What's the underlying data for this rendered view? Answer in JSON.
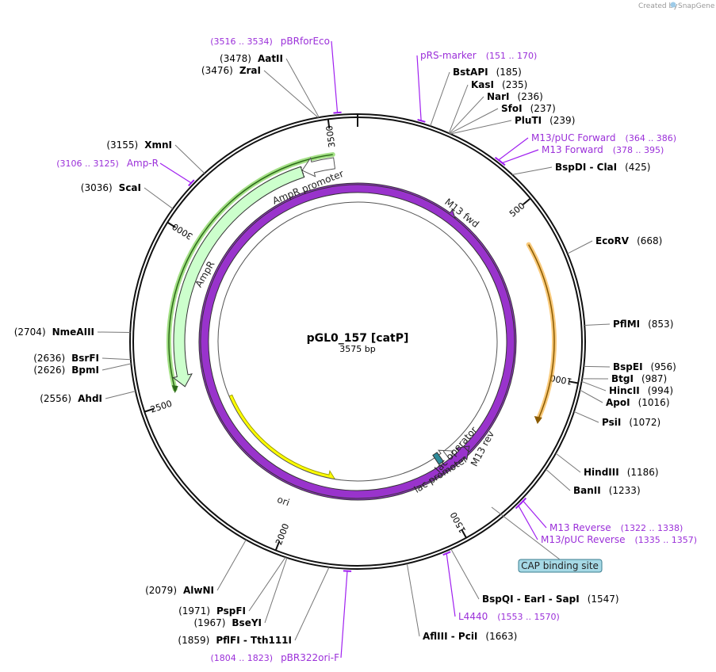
{
  "credit": {
    "prefix": "Created by",
    "brand": "SnapGene"
  },
  "plasmid": {
    "name": "pGL0_157 [catP]",
    "length_label": "3575 bp",
    "length": 3575
  },
  "ticks": [
    {
      "label": "500",
      "pos": 500
    },
    {
      "label": "1000",
      "pos": 1000
    },
    {
      "label": "1500",
      "pos": 1500
    },
    {
      "label": "2000",
      "pos": 2000
    },
    {
      "label": "2500",
      "pos": 2500
    },
    {
      "label": "3000",
      "pos": 3000
    },
    {
      "label": "3500",
      "pos": 3500
    }
  ],
  "features": [
    {
      "name": "AmpR promoter",
      "label": "AmpR promoter",
      "start": 3397,
      "end": 3501,
      "direction": "reverse",
      "color": "#ffffff"
    },
    {
      "name": "AmpR",
      "label": "AmpR",
      "start": 2536,
      "end": 3396,
      "direction": "reverse",
      "color": "#ccffcc"
    },
    {
      "name": "ori",
      "label": "ori",
      "start": 1864,
      "end": 2452,
      "direction": "reverse",
      "color": "#ffff00"
    },
    {
      "name": "M13 fwd",
      "label": "M13 fwd",
      "start": 378,
      "end": 395,
      "direction": "forward",
      "color": "#9933cc"
    },
    {
      "name": "lac operator",
      "label": "lac operator",
      "start": 1360,
      "end": 1376,
      "direction": "none",
      "color": "#2e8b9a"
    },
    {
      "name": "lac promoter",
      "label": "lac promoter",
      "start": 1380,
      "end": 1410,
      "direction": "reverse",
      "color": "#ffffff"
    },
    {
      "name": "M13 rev",
      "label": "M13 rev",
      "start": 1322,
      "end": 1338,
      "direction": "reverse",
      "color": "#9933cc"
    },
    {
      "name": "CAP binding site",
      "label": "CAP binding site",
      "start": 1434,
      "end": 1455,
      "direction": "none",
      "color": "#2e8b9a"
    }
  ],
  "callout": {
    "label": "CAP binding site"
  },
  "highlight_arcs": [
    {
      "name": "catP",
      "start": 600,
      "end": 1125,
      "color": "#f5a623"
    },
    {
      "name": "AmpR-highlight",
      "start": 2536,
      "end": 3500,
      "color": "#66cc33"
    }
  ],
  "enzymes": [
    {
      "name": "AatII",
      "pos": "3478"
    },
    {
      "name": "ZraI",
      "pos": "3476"
    },
    {
      "name": "BstAPI",
      "pos": "185"
    },
    {
      "name": "KasI",
      "pos": "235"
    },
    {
      "name": "NarI",
      "pos": "236"
    },
    {
      "name": "SfoI",
      "pos": "237"
    },
    {
      "name": "PluTI",
      "pos": "239"
    },
    {
      "name": "BspDI - ClaI",
      "pos": "425"
    },
    {
      "name": "EcoRV",
      "pos": "668"
    },
    {
      "name": "PflMI",
      "pos": "853"
    },
    {
      "name": "BspEI",
      "pos": "956"
    },
    {
      "name": "BtgI",
      "pos": "987"
    },
    {
      "name": "HincII",
      "pos": "994"
    },
    {
      "name": "ApoI",
      "pos": "1016"
    },
    {
      "name": "PsiI",
      "pos": "1072"
    },
    {
      "name": "HindIII",
      "pos": "1186"
    },
    {
      "name": "BanII",
      "pos": "1233"
    },
    {
      "name": "BspQI - EarI - SapI",
      "pos": "1547"
    },
    {
      "name": "AflIII - PciI",
      "pos": "1663"
    },
    {
      "name": "PflFI - Tth111I",
      "pos": "1859"
    },
    {
      "name": "BseYI",
      "pos": "1967"
    },
    {
      "name": "PspFI",
      "pos": "1971"
    },
    {
      "name": "AlwNI",
      "pos": "2079"
    },
    {
      "name": "AhdI",
      "pos": "2556"
    },
    {
      "name": "BpmI",
      "pos": "2626"
    },
    {
      "name": "BsrFI",
      "pos": "2636"
    },
    {
      "name": "NmeAIII",
      "pos": "2704"
    },
    {
      "name": "ScaI",
      "pos": "3036"
    },
    {
      "name": "XmnI",
      "pos": "3155"
    }
  ],
  "primers": [
    {
      "name": "pBRforEco",
      "range": "3516 .. 3534"
    },
    {
      "name": "pRS-marker",
      "range": "151 .. 170"
    },
    {
      "name": "M13/pUC Forward",
      "range": "364 .. 386"
    },
    {
      "name": "M13 Forward",
      "range": "378 .. 395"
    },
    {
      "name": "M13 Reverse",
      "range": "1322 .. 1338"
    },
    {
      "name": "M13/pUC Reverse",
      "range": "1335 .. 1357"
    },
    {
      "name": "L4440",
      "range": "1553 .. 1570"
    },
    {
      "name": "pBR322ori-F",
      "range": "1804 .. 1823"
    },
    {
      "name": "Amp-R",
      "range": "3106 .. 3125"
    }
  ]
}
